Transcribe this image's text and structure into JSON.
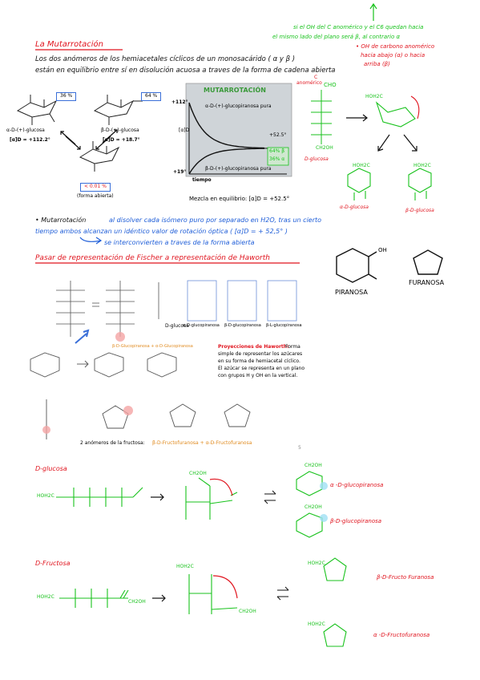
{
  "note_top": {
    "line1": "si el OH del C anomérico y el C6 quedan hacia",
    "line2": "el mismo lado del plano será β, al contrario α",
    "bullet1": "• OH de carbono anomérico",
    "bullet2": "hacia abajo (α) o hacia",
    "bullet3": "arriba (β)"
  },
  "title_mutarrotacion": "La Mutarrotación",
  "intro": {
    "line1": "Los dos anómeros de los hemiacetales cíclicos de un monosacárido ( α y β )",
    "line2": "están en equilibrio entre sí en disolución acuosa a traves de la forma de cadena abierta"
  },
  "figure1": {
    "pct_alpha": "36 %",
    "pct_beta": "64 %",
    "pct_open": "< 0.01 %",
    "alpha_name": "α-D-(+)-glucosa",
    "alpha_rot": "[α]D = +112.2°",
    "beta_name": "β-D-(+)-glucosa",
    "beta_rot": "[α]D = +18.7°",
    "open_label": "(forma abierta)"
  },
  "chart": {
    "title": "MUTARROTACIÓN",
    "top_tick": "+112°",
    "bottom_tick": "+19°",
    "right_value": "+52.5°",
    "ylabel": "[α]D",
    "xlabel": "tiempo",
    "upper_curve_label": "α-D-(+)-glucopiranosa pura",
    "lower_curve_label": "β-D-(+)-glucopiranosa pura",
    "legend_beta": "64% β",
    "legend_alpha": "36% α",
    "equilibrium": "Mezcla en equilibrio: [α]D = +52.5°",
    "colors": {
      "bg": "#cfd4d8",
      "curve": "#111111",
      "title": "#3a9a3a"
    }
  },
  "chart_data": {
    "type": "line",
    "title": "MUTARROTACIÓN",
    "xlabel": "tiempo",
    "ylabel": "[α]D",
    "ylim": [
      19,
      112
    ],
    "series": [
      {
        "name": "α-D-(+)-glucopiranosa pura",
        "start": 112,
        "end": 52.5
      },
      {
        "name": "β-D-(+)-glucopiranosa pura",
        "start": 19,
        "end": 52.5
      }
    ],
    "equilibrium_value": 52.5
  },
  "fischer_right": {
    "cho": "CHO",
    "ch2oh": "CH2OH",
    "anomerico": "anomérico",
    "c_label": "C",
    "dglucosa": "D-glucosa",
    "alpha": "α-D-glucosa",
    "beta": "β-D-glucosa",
    "hoh2c": "HOH2C"
  },
  "mut_def": {
    "line1_prefix": "• Mutarrotación",
    "line1": "al disolver cada isómero puro por separado en H2O, tras un cierto",
    "line2": "tiempo ambos alcanzan un idéntico valor de rotación óptica ( [α]D = + 52,5° )",
    "line3": "se interconvierten a traves de la forma abierta"
  },
  "haworth_title": "Pasar de representación de Fischer a representación de Haworth",
  "rings": {
    "piranosa": "PIRANOSA",
    "furanosa": "FURANOSA",
    "oh": "OH"
  },
  "fischer_figure": {
    "dglucosa": "D-glucosa",
    "a_gp": "α-D-glucopiranosa",
    "b_gp": "β-D-glucopiranosa",
    "b_lgp": "β-L-glucopiranosa",
    "pair_label": "β-D-Glucopiranosa + α-D-Glucopiranosa",
    "proy_title": "Proyecciones de Haworth:",
    "proy_text": [
      "Forma",
      "simple de representar los azúcares",
      "en su forma de hemiacetal cíclico.",
      "El azúcar se representa en un plano",
      "con grupos H y OH en la vertical."
    ],
    "fructosa_label": "2 anómeros de la fructosa:",
    "fructosa_names": "β-D-Fructofuranosa + α-D-Fructofuranosa",
    "page_no": "5"
  },
  "bottom": {
    "dglucosa": "D-glucosa",
    "dfructosa": "D-Fructosa",
    "a_gp": "α -D-glucopiranosa",
    "b_gp": "β-D-glucopiranosa",
    "b_ff": "β-D-Fructo Furanosa",
    "a_ff": "α -D-Fructofuranosa",
    "hoh2c": "HOH2C",
    "ch2oh": "CH2OH"
  }
}
